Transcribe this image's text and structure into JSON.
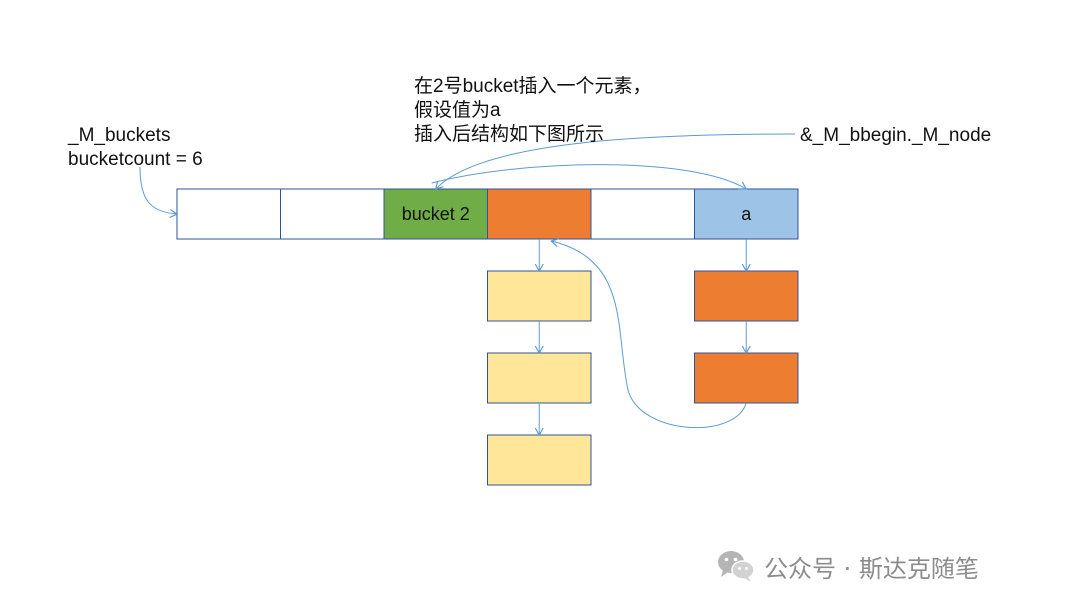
{
  "labels": {
    "buckets_name": "_M_buckets",
    "bucket_count": "bucketcount = 6",
    "insert_note_line1": "在2号bucket插入一个元素，",
    "insert_note_line2": "假设值为a",
    "insert_note_line3": "插入后结构如下图所示",
    "bbegin_node": "&_M_bbegin._M_node"
  },
  "buckets": [
    {
      "label": "",
      "fill": "#ffffff"
    },
    {
      "label": "",
      "fill": "#ffffff"
    },
    {
      "label": "bucket 2",
      "fill": "#70ad47"
    },
    {
      "label": "",
      "fill": "#ed7d31"
    },
    {
      "label": "",
      "fill": "#ffffff"
    },
    {
      "label": "a",
      "fill": "#9dc3e6"
    }
  ],
  "chains": [
    {
      "from_bucket": 3,
      "nodes": [
        "",
        "",
        ""
      ],
      "fill": "#ffe699"
    },
    {
      "from_bucket": 5,
      "nodes": [
        "",
        ""
      ],
      "fill": "#ed7d31"
    }
  ],
  "colors": {
    "border": "#2f5597",
    "arrow": "#5b9bd5",
    "watermark": "#8c8c8c"
  },
  "watermark": {
    "icon": "wechat-icon",
    "text": "公众号 · 斯达克随笔"
  }
}
